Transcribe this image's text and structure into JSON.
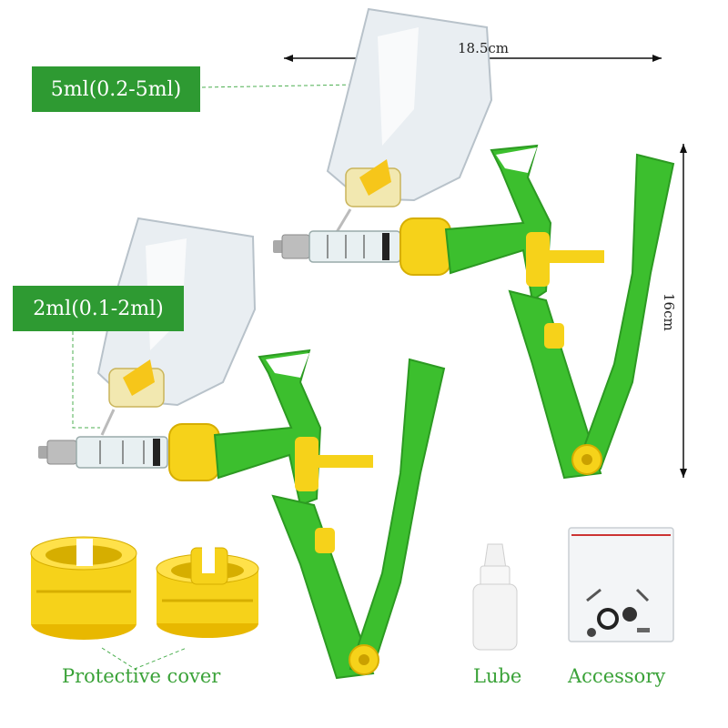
{
  "labels": {
    "large_capacity": "5ml(0.2-5ml)",
    "small_capacity": "2ml(0.1-2ml)",
    "width": "18.5cm",
    "height": "16cm"
  },
  "captions": {
    "cover": "Protective cover",
    "lube": "Lube",
    "accessory": "Accessory"
  },
  "colors": {
    "body_green": "#3cbf2e",
    "accent_yellow": "#f6d21a",
    "tag_green": "#2e9a32",
    "caption_green": "#3aa238"
  }
}
